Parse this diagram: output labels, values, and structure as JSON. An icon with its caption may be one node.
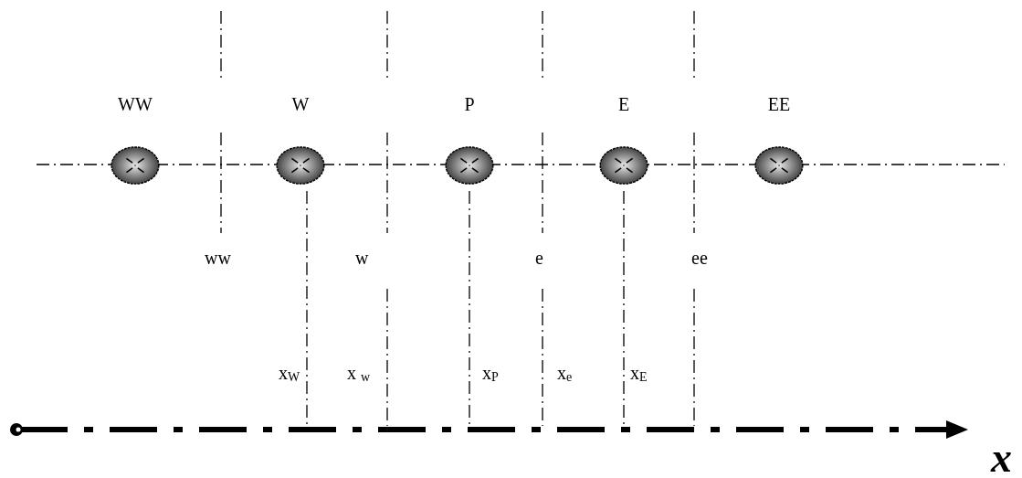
{
  "diagram": {
    "nodes": [
      {
        "text": [
          "WW"
        ]
      },
      {
        "text": [
          "W"
        ]
      },
      {
        "text": [
          "P"
        ]
      },
      {
        "text": [
          "E"
        ]
      },
      {
        "text": [
          "EE"
        ]
      }
    ],
    "labels": [
      "ww",
      "w",
      "e",
      "ee",
      "x$_{W}$",
      "x $_{w}$",
      "x$_{P}$",
      "x$_{e}$",
      "x$_{E}$",
      "x"
    ]
  }
}
